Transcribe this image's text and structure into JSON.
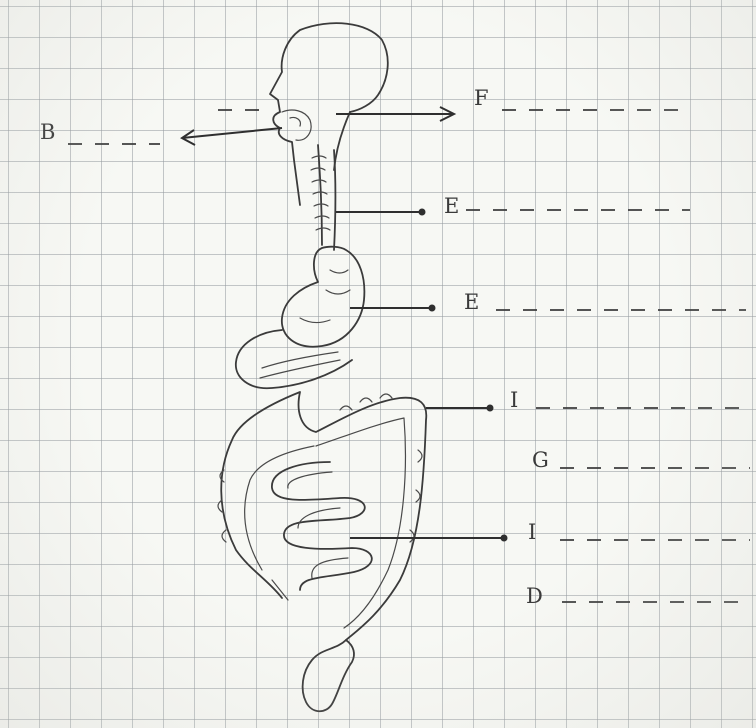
{
  "labels": {
    "b": "B",
    "f": "F",
    "e": "E",
    "e2": "E",
    "i1": "I",
    "g": "G",
    "i2": "I",
    "d": "D"
  },
  "colors": {
    "paper": "#f7f8f4",
    "grid": "#969ba0",
    "ink": "#3b3b3b"
  }
}
